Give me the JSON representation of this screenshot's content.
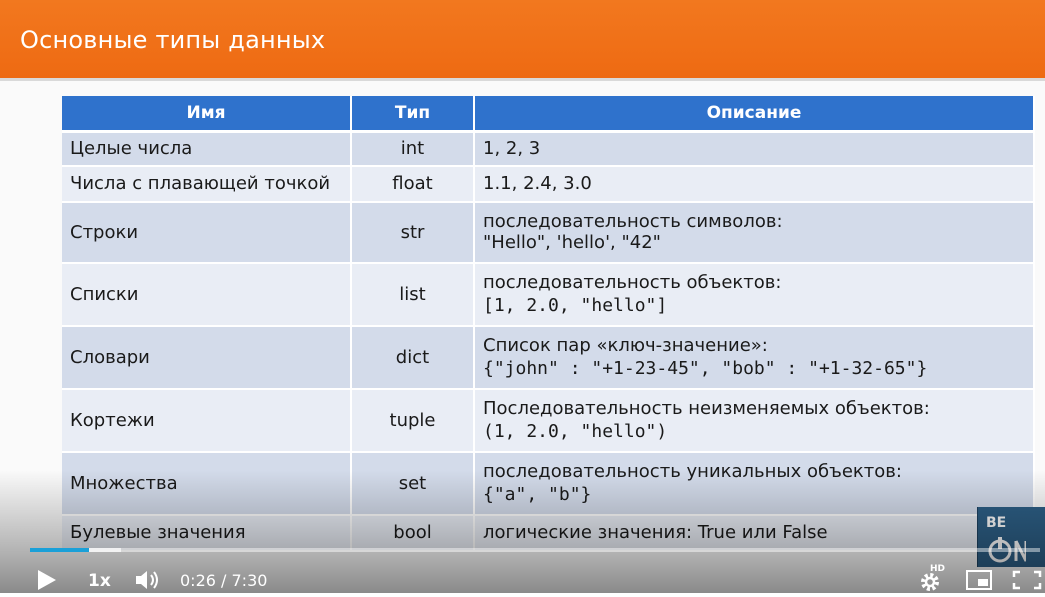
{
  "slide": {
    "title": "Основные типы данных"
  },
  "table": {
    "headers": {
      "name": "Имя",
      "type": "Тип",
      "description": "Описание"
    },
    "rows": [
      {
        "name": "Целые числа",
        "type": "int",
        "desc_text": "1, 2, 3",
        "desc_code": ""
      },
      {
        "name": "Числа с плавающей точкой",
        "type": "float",
        "desc_text": "1.1, 2.4, 3.0",
        "desc_code": ""
      },
      {
        "name": "Строки",
        "type": "str",
        "desc_text": "последовательность символов:",
        "desc_code": "",
        "desc_line2": "\"Hello\", 'hello', \"42\""
      },
      {
        "name": "Списки",
        "type": "list",
        "desc_text": "последовательность объектов:",
        "desc_code": "[1, 2.0, \"hello\"]"
      },
      {
        "name": "Словари",
        "type": "dict",
        "desc_text": "Список пар «ключ-значение»:",
        "desc_code": "{\"john\" : \"+1-23-45\", \"bob\" : \"+1-32-65\"}"
      },
      {
        "name": "Кортежи",
        "type": "tuple",
        "desc_text": "Последовательность неизменяемых объектов:",
        "desc_code": "(1, 2.0, \"hello\")"
      },
      {
        "name": "Множества",
        "type": "set",
        "desc_text": "последовательность уникальных объектов:",
        "desc_code": "{\"a\", \"b\"}"
      },
      {
        "name": "Булевые значения",
        "type": "bool",
        "desc_text": "логические значения: True или False",
        "desc_code": ""
      }
    ]
  },
  "player": {
    "speed": "1x",
    "time": "0:26 / 7:30",
    "progress": 0.058,
    "loaded": 0.09,
    "accent_color": "#1aa0d8",
    "logo_text": "BE",
    "hd_badge": "HD"
  }
}
